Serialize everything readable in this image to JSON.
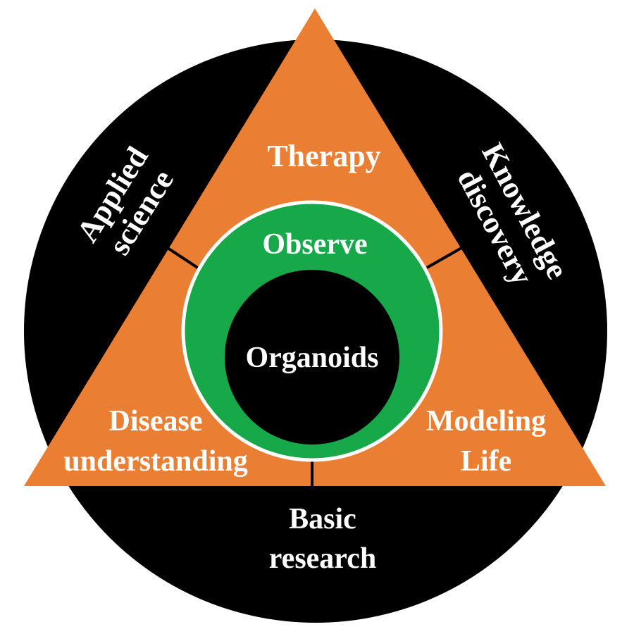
{
  "colors": {
    "background": "#ffffff",
    "outer_circle": "#000000",
    "triangle": "#ea7f34",
    "ring": "#17a84a",
    "ring_border": "#ffffff",
    "inner_circle": "#000000",
    "text": "#ffffff"
  },
  "diagram": {
    "outer_labels": {
      "applied": [
        "Applied",
        "science"
      ],
      "knowledge": [
        "Knowledge",
        "discovery"
      ],
      "basic": [
        "Basic",
        "research"
      ]
    },
    "triangle_labels": {
      "top": "Therapy",
      "left": [
        "Disease",
        "understanding"
      ],
      "right": [
        "Modeling",
        "Life"
      ]
    },
    "ring_label": "Observe",
    "center_label": "Organoids"
  }
}
